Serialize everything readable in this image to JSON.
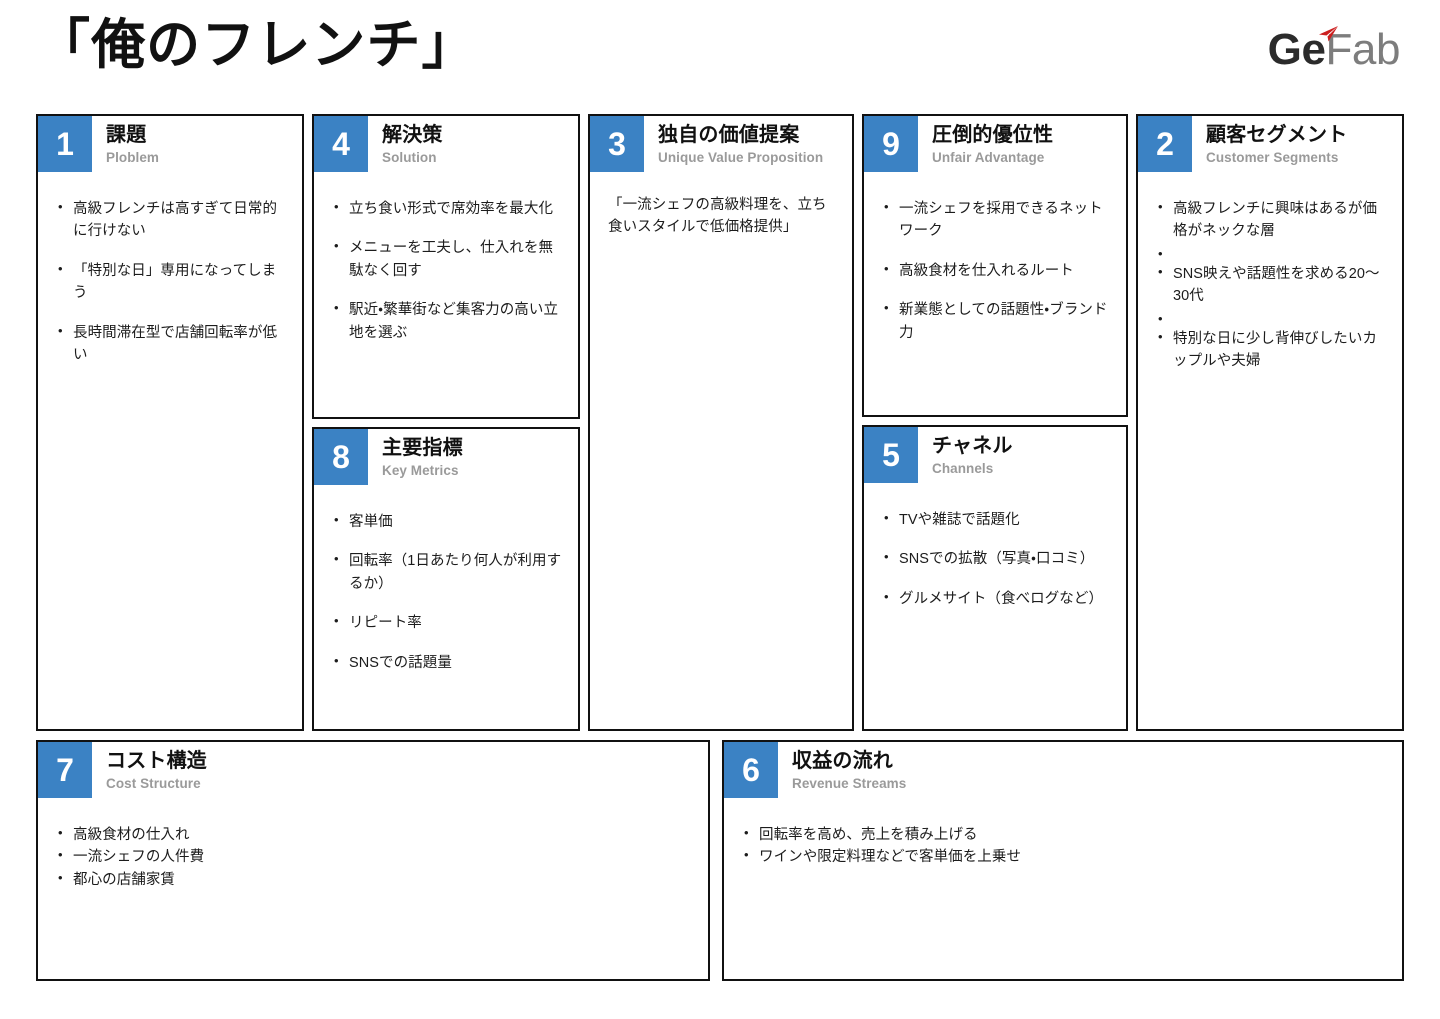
{
  "header": {
    "title": "「俺のフレンチ」",
    "brand": {
      "primary": "Ge",
      "secondary": "Fab",
      "accent_color": "#cc1f1f",
      "mark_icon": "paper-plane-icon"
    }
  },
  "theme": {
    "accent": "#3b82c4",
    "border": "#111111",
    "subtitle_gray": "#9a9a9a",
    "text": "#1c1c1c",
    "background": "#ffffff"
  },
  "cards": {
    "problem": {
      "number": "1",
      "title_ja": "課題",
      "title_en": "Ploblem",
      "items": [
        "高級フレンチは高すぎて日常的に行けない",
        "「特別な日」専用になってしまう",
        "長時間滞在型で店舗回転率が低い"
      ]
    },
    "solution": {
      "number": "4",
      "title_ja": "解決策",
      "title_en": "Solution",
      "items": [
        "立ち食い形式で席効率を最大化",
        "メニューを工夫し、仕入れを無駄なく回す",
        "駅近・繁華街など集客力の高い立地を選ぶ"
      ]
    },
    "key_metrics": {
      "number": "8",
      "title_ja": "主要指標",
      "title_en": "Key Metrics",
      "items": [
        "客単価",
        "回転率（1日あたり何人が利用するか）",
        "リピート率",
        "SNSでの話題量"
      ]
    },
    "unique_value_proposition": {
      "number": "3",
      "title_ja": "独自の価値提案",
      "title_en": "Unique Value Proposition",
      "text": "「一流シェフの高級料理を、立ち食いスタイルで低価格提供」"
    },
    "unfair_advantage": {
      "number": "9",
      "title_ja": "圧倒的優位性",
      "title_en": "Unfair Advantage",
      "items": [
        "一流シェフを採用できるネットワーク",
        "高級食材を仕入れるルート",
        "新業態としての話題性・ブランド力"
      ]
    },
    "channels": {
      "number": "5",
      "title_ja": "チャネル",
      "title_en": "Channels",
      "items": [
        "TVや雑誌で話題化",
        "SNSでの拡散（写真・口コミ）",
        "グルメサイト（食べログなど）"
      ]
    },
    "customer_segments": {
      "number": "2",
      "title_ja": "顧客セグメント",
      "title_en": "Customer Segments",
      "items": [
        "高級フレンチに興味はあるが価格がネックな層",
        "",
        "SNS映えや話題性を求める20〜30代",
        "",
        "特別な日に少し背伸びしたいカップルや夫婦"
      ]
    },
    "cost_structure": {
      "number": "7",
      "title_ja": "コスト構造",
      "title_en": "Cost Structure",
      "items": [
        "高級食材の仕入れ",
        "一流シェフの人件費",
        "都心の店舗家賃"
      ]
    },
    "revenue_streams": {
      "number": "6",
      "title_ja": "収益の流れ",
      "title_en": "Revenue Streams",
      "items": [
        "回転率を高め、売上を積み上げる",
        "ワインや限定料理などで客単価を上乗せ"
      ]
    }
  }
}
